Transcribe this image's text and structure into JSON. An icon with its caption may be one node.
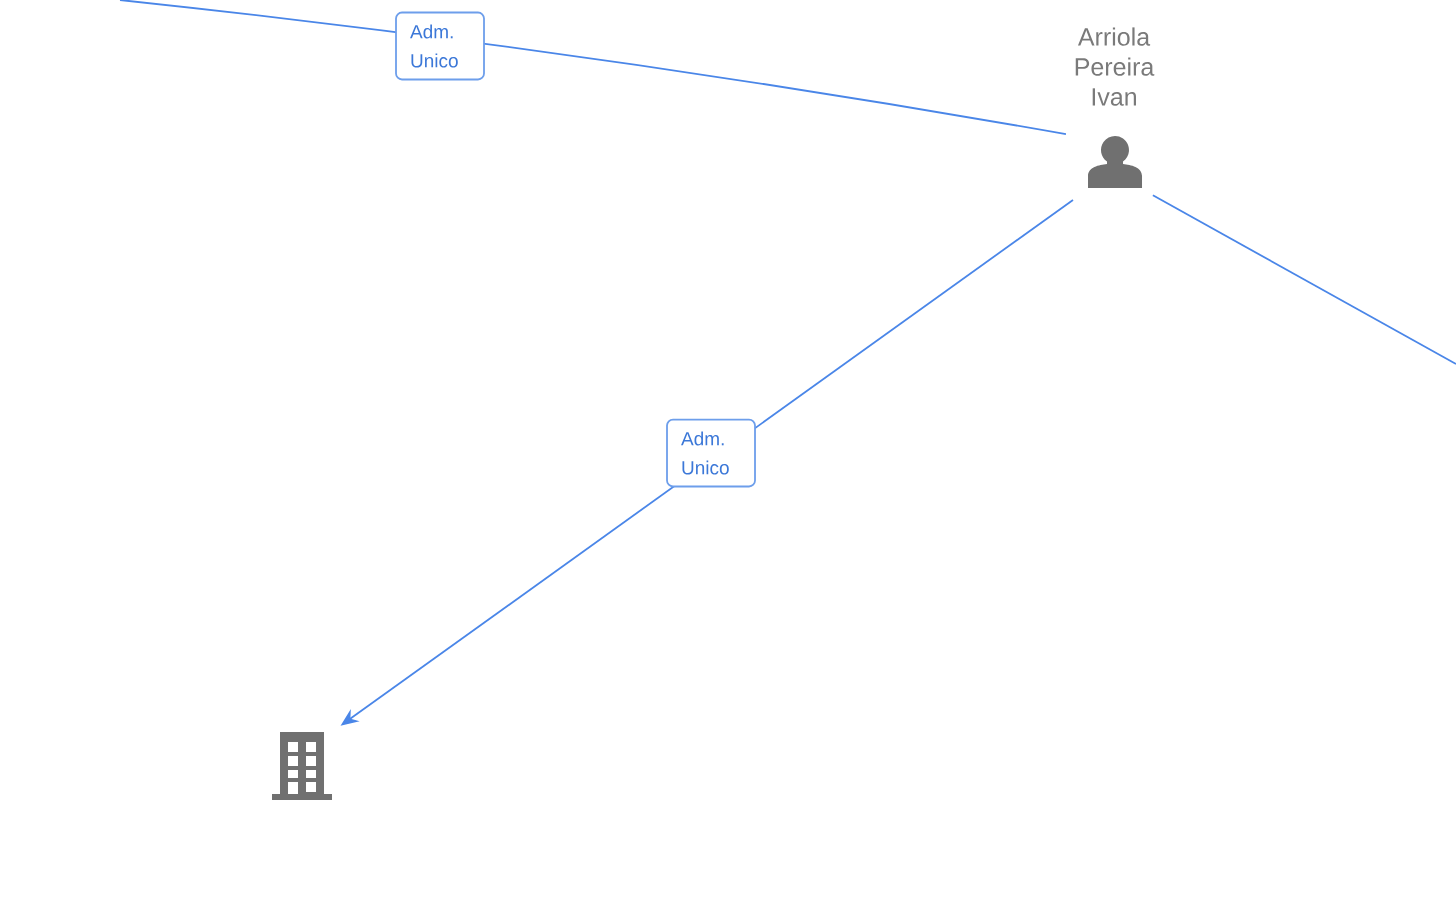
{
  "diagram": {
    "nodes": [
      {
        "text": [
          "Arriola Pereira Ivan"
        ]
      },
      {
        "text": [],
        "shape": "building"
      }
    ],
    "edges": [
      {
        "from": null,
        "to": 0,
        "arrow": "none",
        "label": "Adm. Unico"
      },
      {
        "from": 0,
        "to": 1,
        "arrow": "to",
        "label": "Adm. Unico"
      },
      {
        "from": 0,
        "to": null,
        "arrow": "none"
      }
    ]
  }
}
